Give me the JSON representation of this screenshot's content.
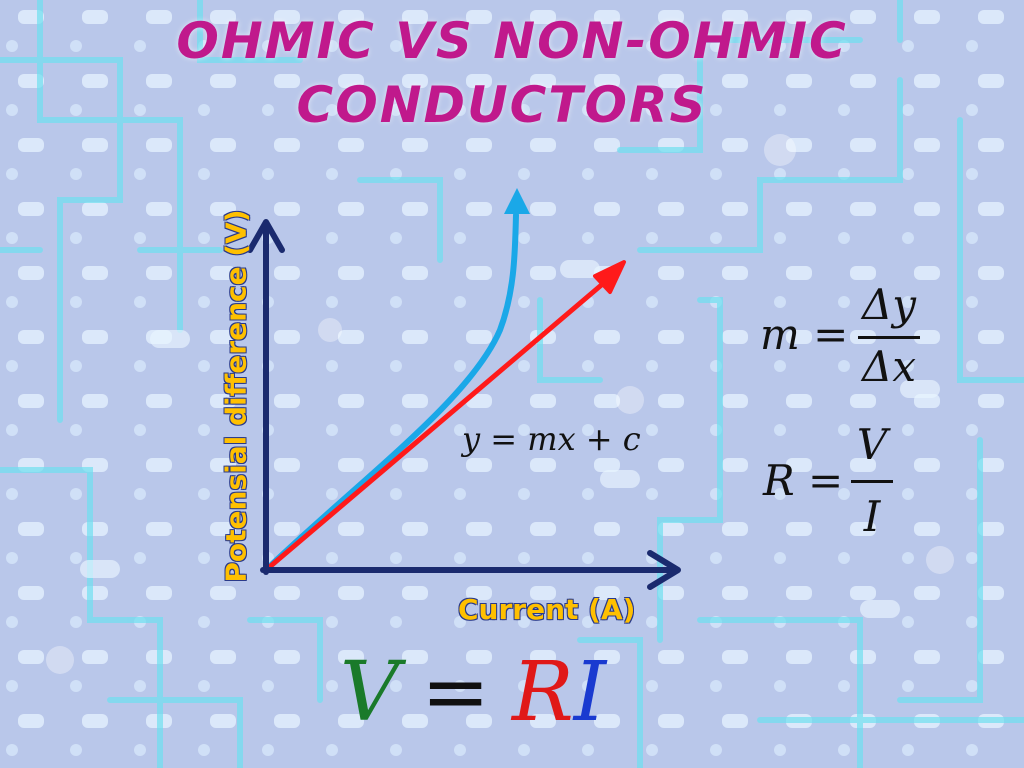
{
  "slide": {
    "title_line1": "OHMIC VS NON-OHMIC",
    "title_line2": "CONDUCTORS",
    "title_color": "#c0198c"
  },
  "graph": {
    "y_axis_label": "Potensial difference (V)",
    "x_axis_label": "Current (A)",
    "axis_color": "#1a2a6e",
    "ohmic_line_color": "#ff1a1a",
    "non_ohmic_curve_color": "#1aa8e8"
  },
  "equations": {
    "line_equation": "y = mx + c",
    "gradient_lhs": "m =",
    "gradient_numerator": "Δy",
    "gradient_denominator": "Δx",
    "resistance_lhs": "R =",
    "resistance_numerator": "V",
    "resistance_denominator": "I"
  },
  "ohms_law": {
    "v": "V",
    "equals": "=",
    "r": "R",
    "i": "I"
  }
}
